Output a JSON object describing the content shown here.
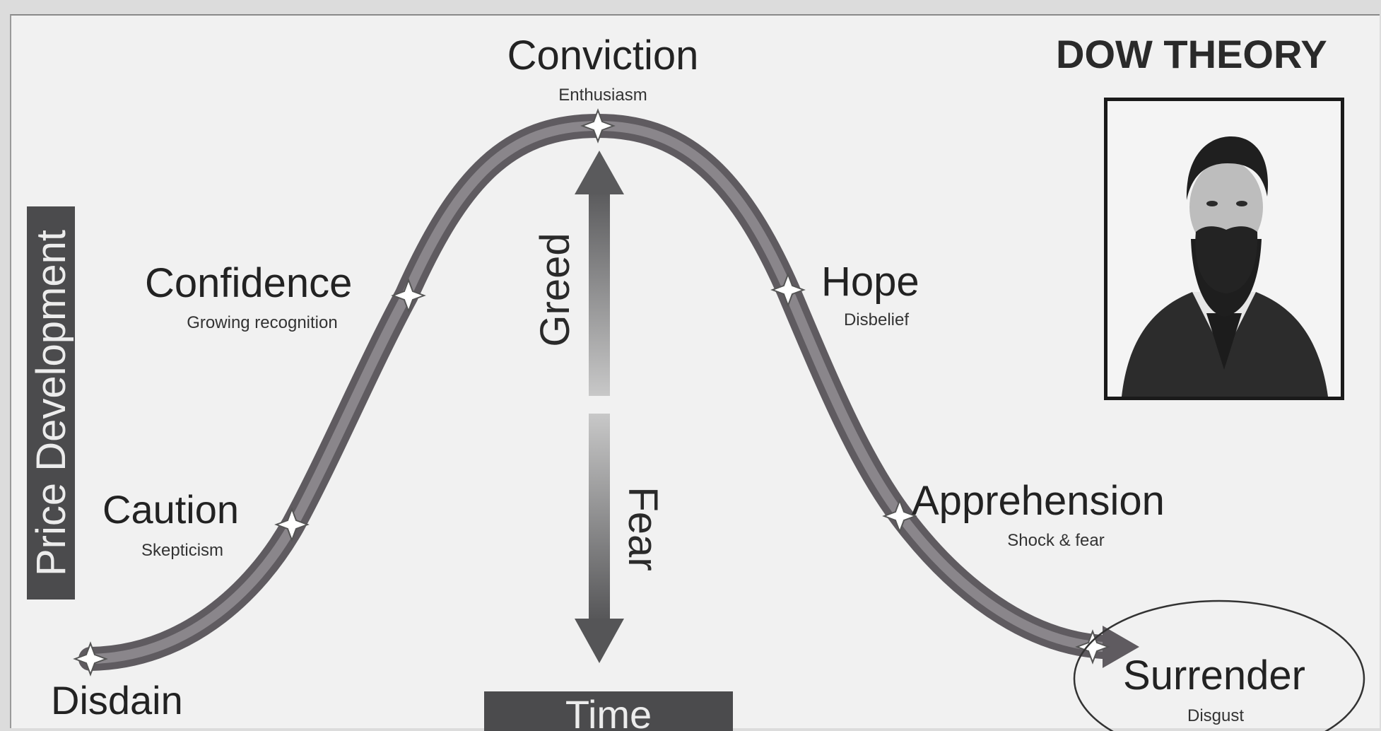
{
  "title": "DOW THEORY",
  "y_axis_label": "Price Development",
  "x_axis_label": "Time",
  "phases": [
    {
      "name": "Disdain",
      "sub": ""
    },
    {
      "name": "Caution",
      "sub": "Skepticism"
    },
    {
      "name": "Confidence",
      "sub": "Growing recognition"
    },
    {
      "name": "Conviction",
      "sub": "Enthusiasm"
    },
    {
      "name": "Hope",
      "sub": "Disbelief"
    },
    {
      "name": "Apprehension",
      "sub": "Shock & fear"
    },
    {
      "name": "Surrender",
      "sub": "Disgust"
    }
  ],
  "arrows": {
    "up": "Greed",
    "down": "Fear"
  },
  "colors": {
    "curve": "#6f6b70",
    "dark_label_bg": "#4b4b4d",
    "text": "#222222",
    "sub_text": "#333333"
  },
  "portrait": {
    "icon": "portrait-photo-icon"
  }
}
